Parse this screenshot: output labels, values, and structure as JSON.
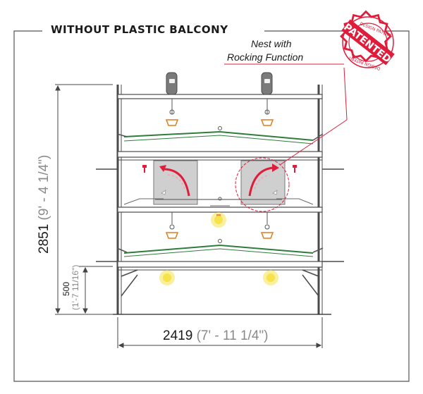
{
  "frame_title": "WITHOUT PLASTIC BALCONY",
  "callout": {
    "line1": "Nest with",
    "line2": "Rocking Function"
  },
  "stamp": {
    "main": "PATENTED",
    "ring_text": "DESIGN PATENT"
  },
  "dimensions": {
    "width_metric": "2419",
    "width_imperial": "(7' - 11 1/4\")",
    "height_metric": "2851",
    "height_imperial": "(9' - 4 1/4\")",
    "balcony_metric": "500",
    "balcony_imperial": "(1'-7 11/16\")"
  },
  "colors": {
    "frame": "#555555",
    "structure": "#4a4a4a",
    "panel": "#cfcfcf",
    "rail": "#2e7d3b",
    "accent": "#e01c3a",
    "feeder": "#e07b1a",
    "light": "#f6e24a"
  }
}
